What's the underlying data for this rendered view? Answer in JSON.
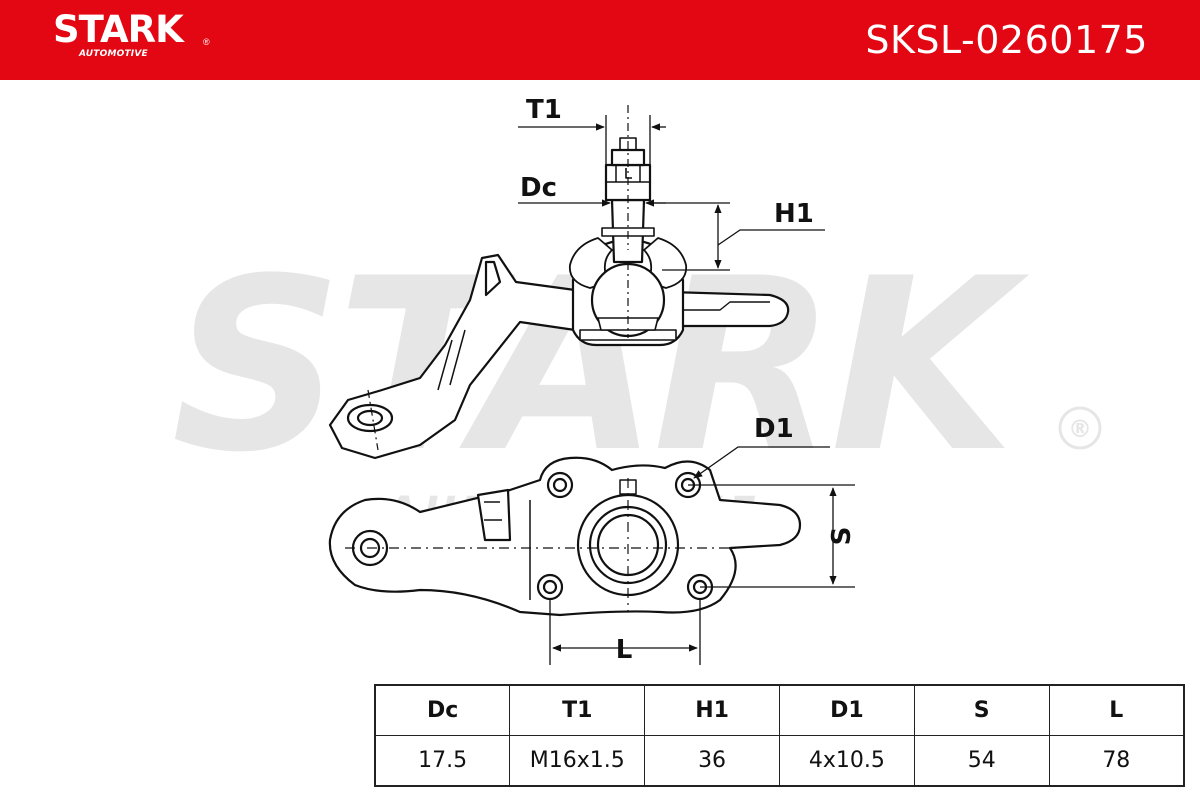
{
  "header": {
    "brand": "STARK",
    "brand_registered": "®",
    "brand_sub": "AUTOMOTIVE",
    "part_number": "SKSL-0260175",
    "color": "#e30613"
  },
  "watermark": {
    "text": "STARK",
    "sub": "AUTOMOTIVE",
    "registered": "®",
    "color": "#e6e6e6"
  },
  "dimensions": {
    "t1": "T1",
    "dc": "Dc",
    "h1": "H1",
    "d1": "D1",
    "s": "S",
    "l": "L"
  },
  "specs": {
    "headers": [
      "Dc",
      "T1",
      "H1",
      "D1",
      "S",
      "L"
    ],
    "values": [
      "17.5",
      "M16x1.5",
      "36",
      "4x10.5",
      "54",
      "78"
    ]
  }
}
